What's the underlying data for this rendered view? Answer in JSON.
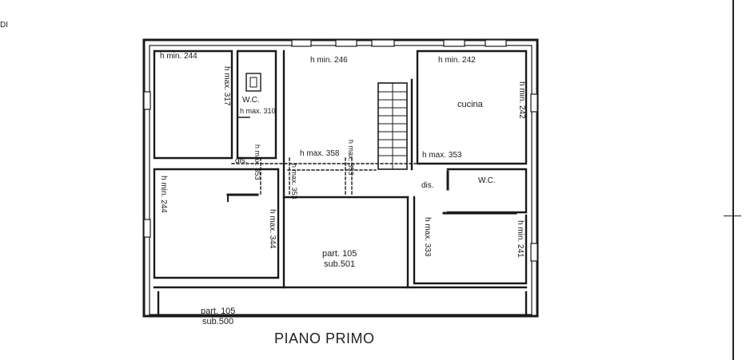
{
  "corner_text": "DI",
  "title": "PIANO PRIMO",
  "labels": {
    "h_min_244_topleft": "h min. 244",
    "h_max_317": "h max. 317",
    "wc_top": "W.C.",
    "h_max_310": "h max. 310",
    "h_min_246": "h min. 246",
    "h_min_242": "h min. 242",
    "cucina": "cucina",
    "h_min_242_right": "h min. 242",
    "h_max_358": "h max. 358",
    "h_max_353": "h max. 353",
    "h_max_353_stair": "h max. 353",
    "h_max_2": "h max. 353",
    "h_max_3": "h max. 353",
    "dis_left": "dis.",
    "dis_right": "dis.",
    "wc_right": "W.C.",
    "h_min_244_left": "h min. 244",
    "h_max_344": "h max. 344",
    "part_105_501": "part. 105",
    "sub_501": "sub.501",
    "h_max_333": "h max. 333",
    "h_min_241": "h min. 241",
    "part_105_500": "part. 105",
    "sub_500": "sub.500"
  }
}
